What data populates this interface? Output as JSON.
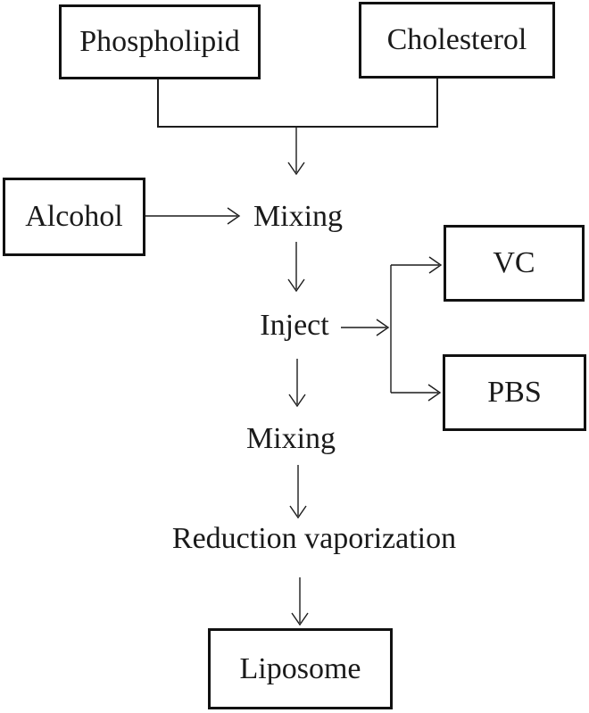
{
  "diagram": {
    "boxes": [
      {
        "id": "phospholipid",
        "label": "Phospholipid"
      },
      {
        "id": "cholesterol",
        "label": "Cholesterol"
      },
      {
        "id": "alcohol",
        "label": "Alcohol"
      },
      {
        "id": "vc",
        "label": "VC"
      },
      {
        "id": "pbs",
        "label": "PBS"
      },
      {
        "id": "liposome",
        "label": "Liposome"
      }
    ],
    "steps": [
      {
        "id": "mixing-1",
        "label": "Mixing"
      },
      {
        "id": "inject",
        "label": "Inject"
      },
      {
        "id": "mixing-2",
        "label": "Mixing"
      },
      {
        "id": "reduction",
        "label": "Reduction vaporization"
      }
    ],
    "edges": [
      {
        "from": "phospholipid",
        "to": "mixing-1"
      },
      {
        "from": "cholesterol",
        "to": "mixing-1"
      },
      {
        "from": "alcohol",
        "to": "mixing-1"
      },
      {
        "from": "mixing-1",
        "to": "inject"
      },
      {
        "from": "inject",
        "to": "vc"
      },
      {
        "from": "inject",
        "to": "pbs"
      },
      {
        "from": "inject",
        "to": "mixing-2"
      },
      {
        "from": "mixing-2",
        "to": "reduction"
      },
      {
        "from": "reduction",
        "to": "liposome"
      }
    ],
    "colors": {
      "background": "#ffffff",
      "line": "#1c1c1c",
      "text": "#1a1a1a"
    }
  }
}
